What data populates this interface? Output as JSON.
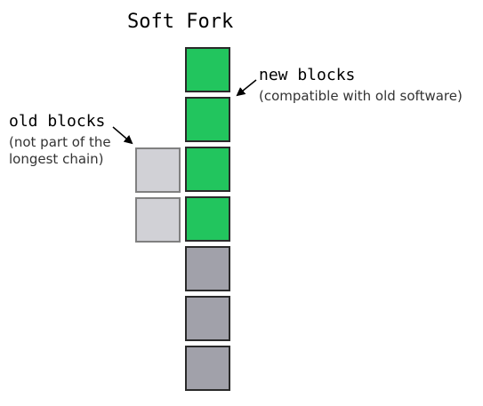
{
  "title": "Soft Fork",
  "new_blocks": {
    "label": "new blocks",
    "note": "(compatible with old software)",
    "count": 4,
    "color": "#22c55e"
  },
  "old_blocks": {
    "label": "old blocks",
    "note_line1": "(not part of the",
    "note_line2": "longest chain)",
    "count": 2,
    "color": "#d1d1d6"
  },
  "base_blocks": {
    "count": 3,
    "color": "#a1a1aa"
  },
  "colors": {
    "block_border": "#2a2a2a",
    "old_block_border": "#808080",
    "arrow": "#000000"
  }
}
